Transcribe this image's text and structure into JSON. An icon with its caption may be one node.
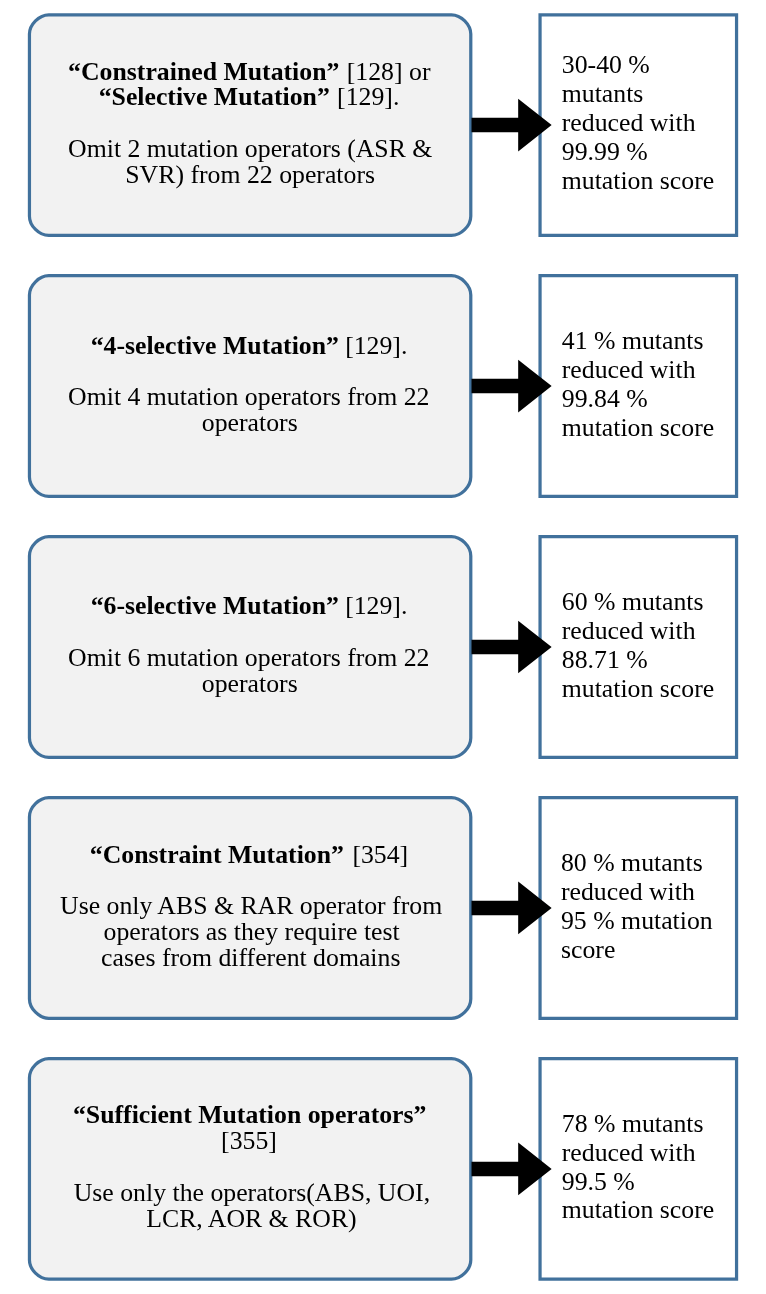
{
  "diagram": {
    "nodes": [
      {
        "text": [
          "**“Constrained Mutation”** [128] or **“Selective Mutation”** [129].",
          "Omit 2 mutation operators (ASR & SVR) from 22 operators"
        ]
      },
      {
        "text": [
          "30-40 % mutants reduced with 99.99 % mutation score"
        ]
      },
      {
        "text": [
          "**“4-selective Mutation”** [129].",
          "Omit 4 mutation operators from 22 operators"
        ]
      },
      {
        "text": [
          "41 % mutants reduced with 99.84 % mutation score"
        ]
      },
      {
        "text": [
          "**“6-selective Mutation”** [129].",
          "Omit 6 mutation operators from 22 operators"
        ]
      },
      {
        "text": [
          "60 % mutants reduced with 88.71 % mutation score"
        ]
      },
      {
        "text": [
          "**“Constraint Mutation”** [354]",
          "Use only ABS & RAR operator from operators as they require test cases from different domains"
        ]
      },
      {
        "text": [
          "80 % mutants reduced with 95 % mutation score"
        ]
      },
      {
        "text": [
          "**“Sufficient Mutation operators”** [355]",
          "Use only the operators(ABS, UOI, LCR, AOR & ROR)"
        ]
      },
      {
        "text": [
          "78 % mutants reduced with 99.5 % mutation score"
        ]
      }
    ],
    "edges": [
      {
        "from": 0,
        "to": 1,
        "arrow": "to"
      },
      {
        "from": 2,
        "to": 3,
        "arrow": "to"
      },
      {
        "from": 4,
        "to": 5,
        "arrow": "to"
      },
      {
        "from": 6,
        "to": 7,
        "arrow": "to"
      },
      {
        "from": 8,
        "to": 9,
        "arrow": "to"
      }
    ]
  }
}
